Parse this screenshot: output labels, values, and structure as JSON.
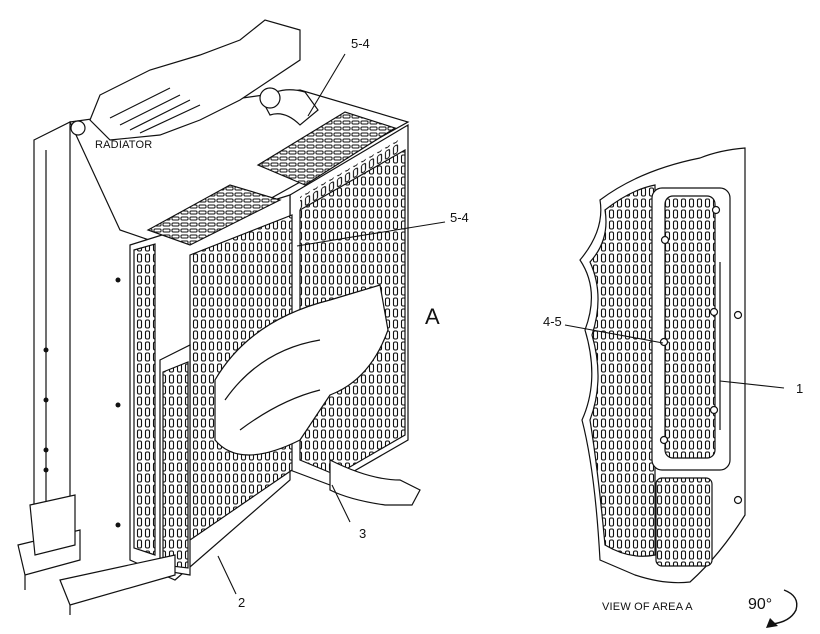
{
  "labels": {
    "radiator": "RADIATOR",
    "area_marker": "A",
    "view_caption": "VIEW OF AREA  A",
    "rotation": "90°"
  },
  "callouts": {
    "c54_top": "5-4",
    "c54_mid": "5-4",
    "c45": "4-5",
    "c1": "1",
    "c2": "2",
    "c3": "3"
  }
}
